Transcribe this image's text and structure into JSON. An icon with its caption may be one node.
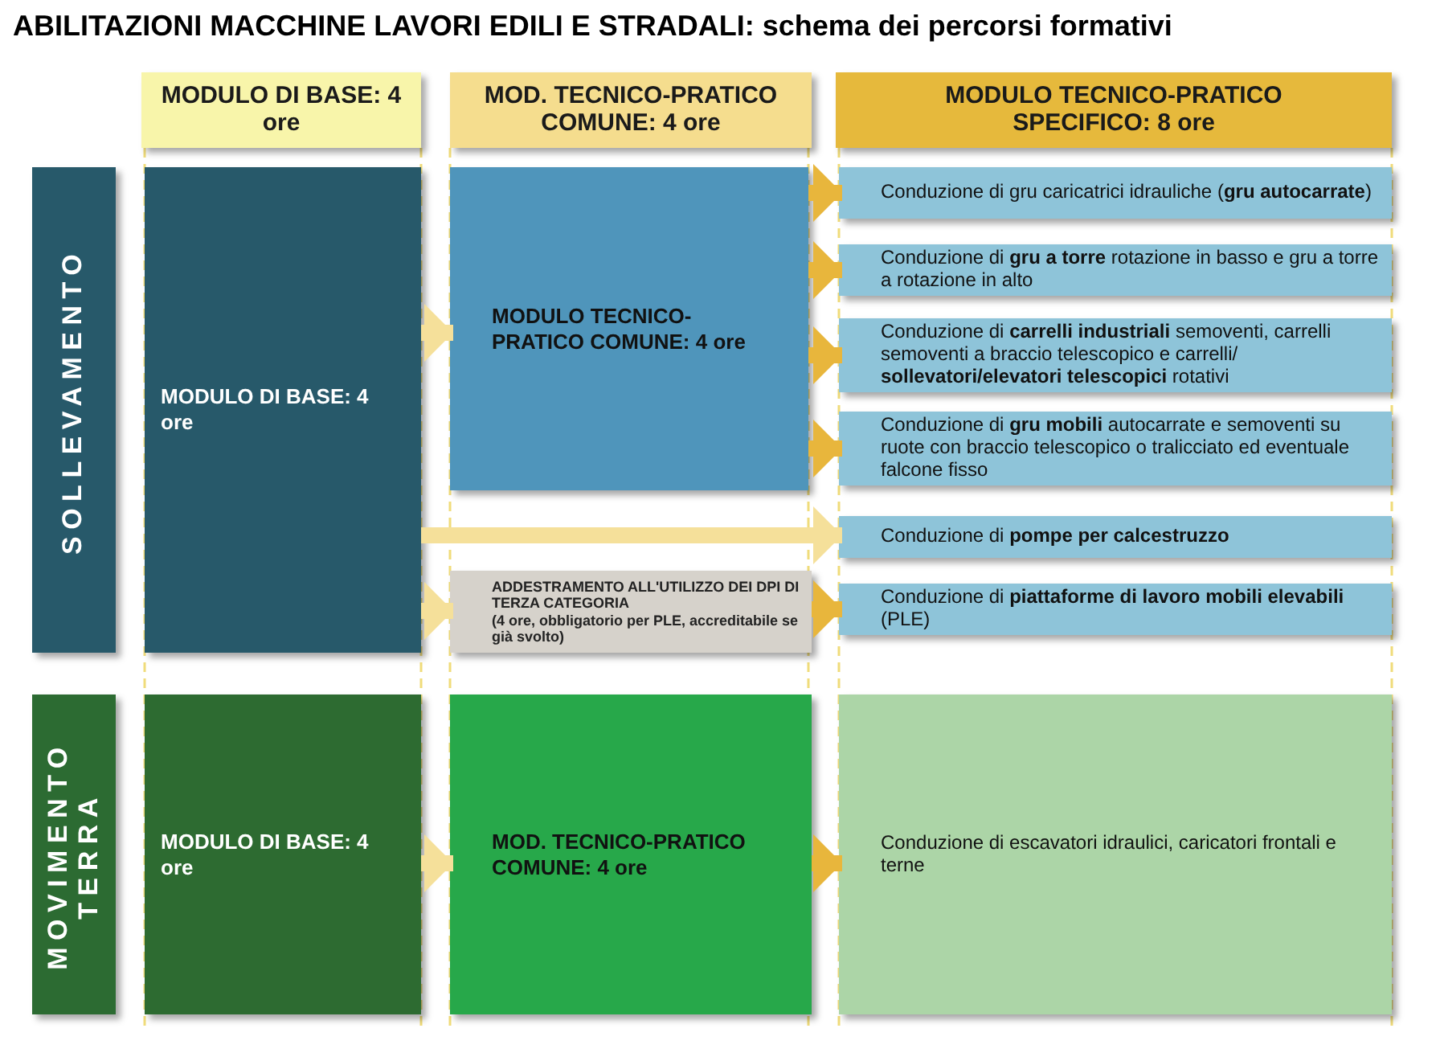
{
  "diagram": {
    "title": "ABILITAZIONI MACCHINE LAVORI EDILI E STRADALI: schema dei percorsi formativi",
    "nodes": [
      {
        "text": [
          "MODULO DI BASE: 4 ore"
        ]
      },
      {
        "text": [
          "MOD. TECNICO-PRATICO COMUNE: 4 ore"
        ]
      },
      {
        "text": [
          "MODULO TECNICO-PRATICO SPECIFICO: 8 ore"
        ]
      },
      {
        "text": [
          "SOLLEVAMENTO"
        ]
      },
      {
        "text": [
          "MODULO DI BASE: 4 ore"
        ]
      },
      {
        "text": [
          "MODULO TECNICO-PRATICO COMUNE: 4 ore"
        ]
      },
      {
        "text": [
          "ADDESTRAMENTO ALL'UTILIZZO DEI DPI DI TERZA CATEGORIA",
          "(4 ore, obbligatorio per PLE, accreditabile se già svolto)"
        ]
      },
      {
        "text": [
          "Conduzione di gru caricatrici idrauliche (**gru autocarrate**)"
        ]
      },
      {
        "text": [
          "Conduzione di **gru a torre** rotazione in basso e gru a torre a rotazione in alto"
        ]
      },
      {
        "text": [
          "Conduzione di **carrelli industriali** semoventi, carrelli semoventi a braccio telescopico e carrelli/ **sollevatori/elevatori telescopici** rotativi"
        ]
      },
      {
        "text": [
          "Conduzione di **gru mobili** autocarrate e semoventi su ruote con braccio telescopico o tralicciato ed eventuale falcone fisso"
        ]
      },
      {
        "text": [
          "Conduzione di **pompe per calcestruzzo**"
        ]
      },
      {
        "text": [
          "Conduzione di **piattaforme di lavoro mobili elevabili** (PLE)"
        ]
      },
      {
        "text": [
          "MOVIMENTO TERRA"
        ]
      },
      {
        "text": [
          "MODULO DI BASE: 4 ore"
        ]
      },
      {
        "text": [
          "MOD. TECNICO-PRATICO COMUNE: 4 ore"
        ]
      },
      {
        "text": [
          "Conduzione di escavatori idraulici, caricatori frontali e terne"
        ]
      }
    ],
    "edges": [
      {
        "from": 4,
        "to": 5,
        "arrow": "to",
        "color": "#f5e09a"
      },
      {
        "from": 4,
        "to": 11,
        "arrow": "to",
        "color": "#f5e09a"
      },
      {
        "from": 4,
        "to": 6,
        "arrow": "to",
        "color": "#f5e09a"
      },
      {
        "from": 5,
        "to": 7,
        "arrow": "to"
      },
      {
        "from": 5,
        "to": 8,
        "arrow": "to"
      },
      {
        "from": 5,
        "to": 9,
        "arrow": "to"
      },
      {
        "from": 5,
        "to": 10,
        "arrow": "to"
      },
      {
        "from": 6,
        "to": 12,
        "arrow": "to"
      },
      {
        "from": 14,
        "to": 15,
        "arrow": "to",
        "color": "#f5e09a"
      },
      {
        "from": 15,
        "to": 16,
        "arrow": "to"
      }
    ]
  }
}
